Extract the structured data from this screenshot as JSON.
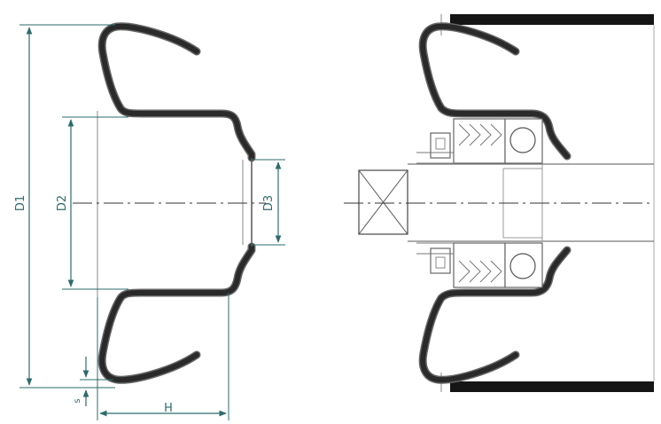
{
  "dimension_labels": {
    "d1": "D1",
    "d2": "D2",
    "d3": "D3",
    "s": "s",
    "h": "H"
  },
  "colors": {
    "profile": "#2a2a2a",
    "profile_outline": "#555555",
    "dimension": "#2e6b6b",
    "centerline": "#333333",
    "thin_line": "#888888",
    "bar": "#151515"
  }
}
